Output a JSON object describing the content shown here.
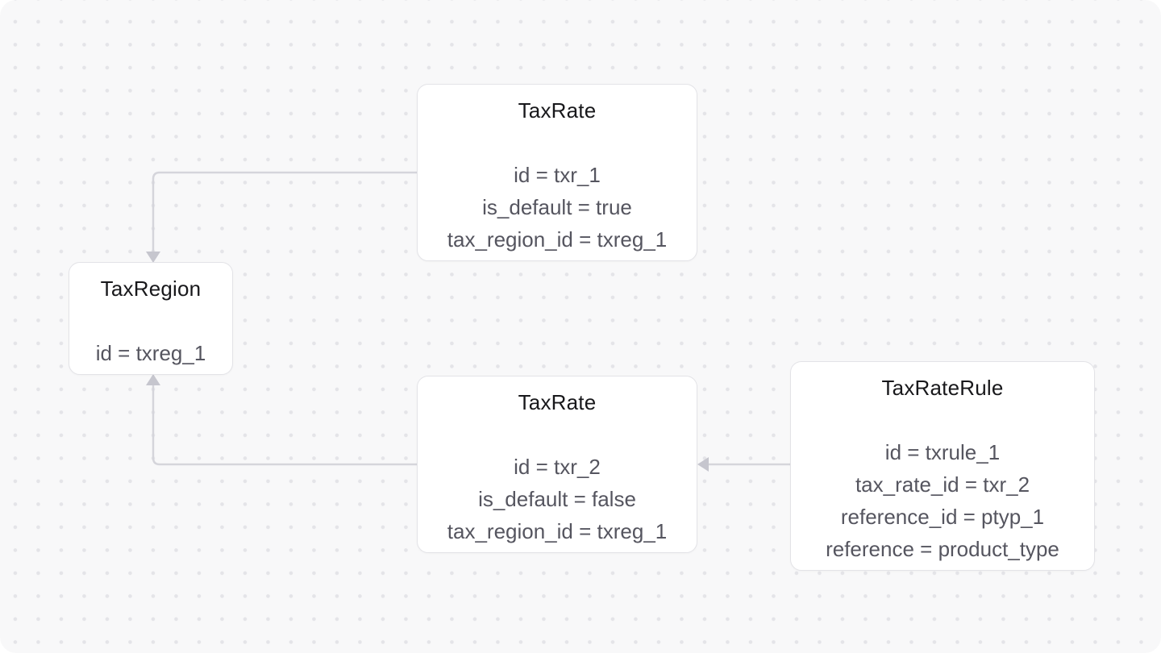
{
  "diagram": {
    "entities": [
      {
        "title": "TaxRate",
        "attributes": [
          "id = txr_1",
          "is_default = true",
          "tax_region_id = txreg_1"
        ]
      },
      {
        "title": "TaxRegion",
        "attributes": [
          "id = txreg_1"
        ]
      },
      {
        "title": "TaxRate",
        "attributes": [
          "id = txr_2",
          "is_default = false",
          "tax_region_id = txreg_1"
        ]
      },
      {
        "title": "TaxRateRule",
        "attributes": [
          "id = txrule_1",
          "tax_rate_id = txr_2",
          "reference_id = ptyp_1",
          "reference = product_type"
        ]
      }
    ],
    "relations": [
      {
        "from_entity": 0,
        "to_entity": 1
      },
      {
        "from_entity": 2,
        "to_entity": 1
      },
      {
        "from_entity": 3,
        "to_entity": 2
      }
    ],
    "colors": {
      "canvas_background": "#f8f8f9",
      "dot_grid": "#e4e4e8",
      "card_background": "#ffffff",
      "card_border": "#e3e3e7",
      "title_text": "#18181b",
      "attribute_text": "#55555f",
      "arrow_line": "#d5d5db",
      "arrow_head": "#c6c6ce"
    }
  }
}
